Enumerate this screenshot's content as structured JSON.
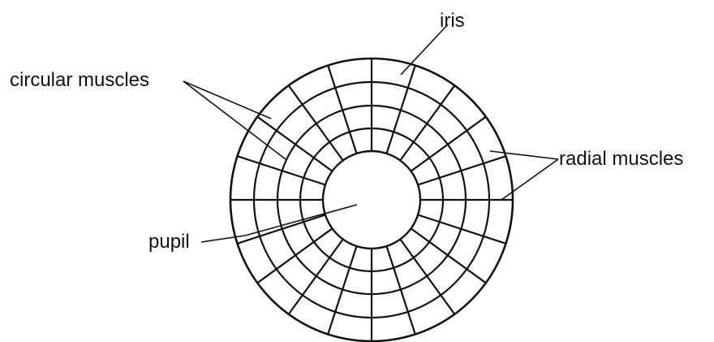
{
  "labels": {
    "iris": "iris",
    "circular_muscles": "circular muscles",
    "radial_muscles": "radial muscles",
    "pupil": "pupil"
  },
  "colors": {
    "line": "#111111",
    "background": "#ffffff"
  }
}
